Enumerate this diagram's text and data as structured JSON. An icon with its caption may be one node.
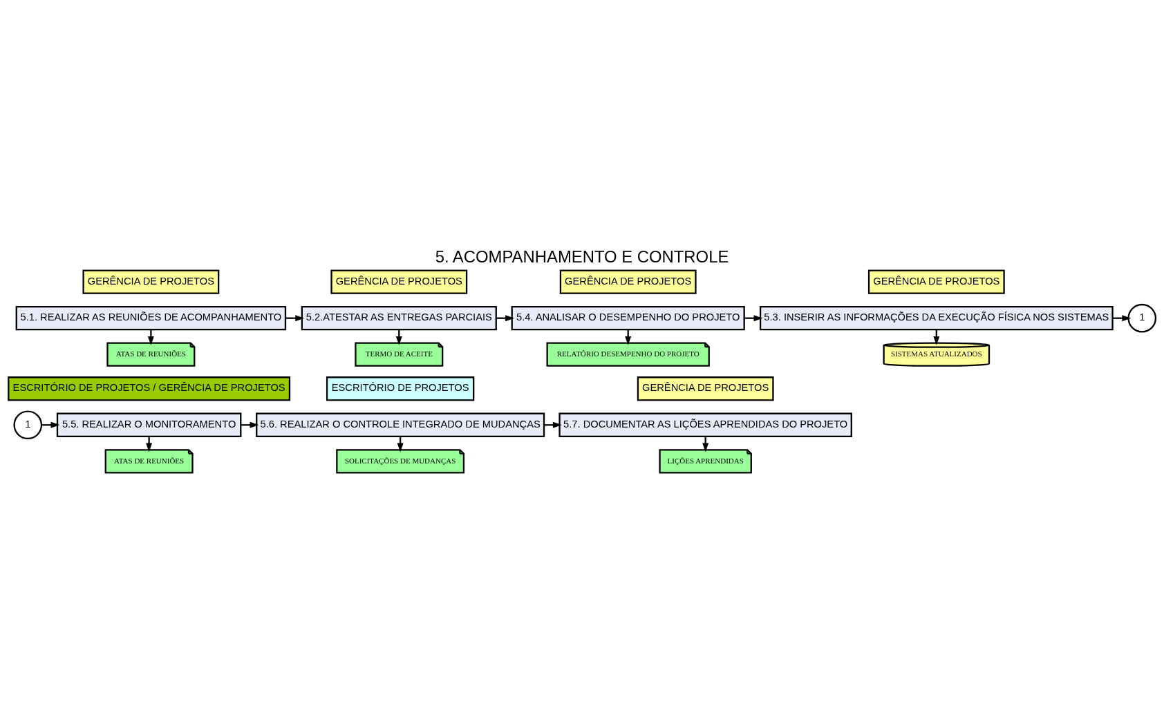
{
  "diagram": {
    "title": "5. ACOMPANHAMENTO E CONTROLE",
    "nodes": [
      {
        "text": [
          "GERÊNCIA DE PROJETOS"
        ]
      },
      {
        "text": [
          "5.1. REALIZAR AS REUNIÕES DE ACOMPANHAMENTO"
        ]
      },
      {
        "text": [
          "ATAS DE REUNIÕES"
        ]
      },
      {
        "text": [
          "GERÊNCIA DE PROJETOS"
        ]
      },
      {
        "text": [
          "5.2.ATESTAR AS ENTREGAS PARCIAIS"
        ]
      },
      {
        "text": [
          "TERMO DE ACEITE"
        ]
      },
      {
        "text": [
          "GERÊNCIA DE PROJETOS"
        ]
      },
      {
        "text": [
          "5.4. ANALISAR O DESEMPENHO DO PROJETO"
        ]
      },
      {
        "text": [
          "RELATÓRIO DESEMPENHO DO PROJETO"
        ]
      },
      {
        "text": [
          "GERÊNCIA DE PROJETOS"
        ]
      },
      {
        "text": [
          "5.3. INSERIR AS INFORMAÇÕES DA EXECUÇÃO FÍSICA NOS SISTEMAS"
        ]
      },
      {
        "text": [
          "SISTEMAS ATUALIZADOS"
        ]
      },
      {
        "text": [
          "1"
        ]
      },
      {
        "text": [
          "1"
        ]
      },
      {
        "text": [
          "ESCRITÓRIO DE PROJETOS / GERÊNCIA DE PROJETOS"
        ]
      },
      {
        "text": [
          "5.5. REALIZAR O MONITORAMENTO"
        ]
      },
      {
        "text": [
          "ATAS DE REUNIÕES"
        ]
      },
      {
        "text": [
          "ESCRITÓRIO DE PROJETOS"
        ]
      },
      {
        "text": [
          "5.6. REALIZAR O CONTROLE INTEGRADO DE MUDANÇAS"
        ]
      },
      {
        "text": [
          "SOLICITAÇÕES DE MUDANÇAS"
        ]
      },
      {
        "text": [
          "GERÊNCIA DE PROJETOS"
        ]
      },
      {
        "text": [
          "5.7. DOCUMENTAR AS LIÇÕES APRENDIDAS DO PROJETO"
        ]
      },
      {
        "text": [
          "LIÇÕES APRENDIDAS"
        ]
      }
    ],
    "edges": [
      {
        "from": 1,
        "to": 4,
        "arrow": "to"
      },
      {
        "from": 4,
        "to": 7,
        "arrow": "to"
      },
      {
        "from": 7,
        "to": 10,
        "arrow": "to"
      },
      {
        "from": 10,
        "to": 12,
        "arrow": "to"
      },
      {
        "from": 1,
        "to": 2,
        "arrow": "to"
      },
      {
        "from": 4,
        "to": 5,
        "arrow": "to"
      },
      {
        "from": 7,
        "to": 8,
        "arrow": "to"
      },
      {
        "from": 10,
        "to": 11,
        "arrow": "to"
      },
      {
        "from": 13,
        "to": 15,
        "arrow": "to"
      },
      {
        "from": 15,
        "to": 18,
        "arrow": "to"
      },
      {
        "from": 18,
        "to": 21,
        "arrow": "to"
      },
      {
        "from": 15,
        "to": 16,
        "arrow": "to"
      },
      {
        "from": 18,
        "to": 19,
        "arrow": "to"
      },
      {
        "from": 21,
        "to": 22,
        "arrow": "to"
      }
    ]
  }
}
